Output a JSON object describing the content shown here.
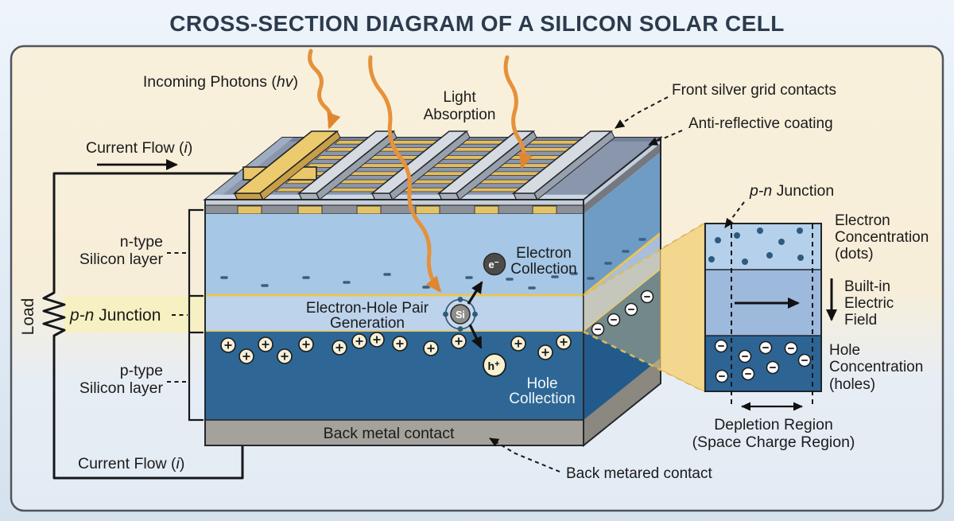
{
  "title": "CROSS-SECTION DIAGRAM OF A SILICON SOLAR CELL",
  "annotations": {
    "incoming_photons": {
      "pre": "Incoming Photons (",
      "sym": "hv",
      "post": ")"
    },
    "light_absorption": [
      "Light",
      "Absorption"
    ],
    "front_contacts": "Front silver grid contacts",
    "anti_reflective": "Anti-reflective coating",
    "back_metared": "Back metared contact"
  },
  "circuit": {
    "current_flow_top": {
      "pre": "Current Flow (",
      "sym": "i",
      "post": ")"
    },
    "current_flow_bottom": {
      "pre": "Current Flow (",
      "sym": "i",
      "post": ")"
    },
    "load": "Load"
  },
  "layers": {
    "n_type": [
      "n-type",
      "Silicon layer"
    ],
    "junction": {
      "sym": "p-n",
      "rest": " Junction"
    },
    "p_type": [
      "p-type",
      "Silicon layer"
    ],
    "back_metal": "Back metal contact"
  },
  "cell": {
    "ehp": [
      "Electron-Hole Pair",
      "Generation"
    ],
    "electron_collection": [
      "Electron",
      "Collection"
    ],
    "hole_collection": [
      "Hole",
      "Collection"
    ],
    "si": "Si",
    "electron": {
      "base": "e",
      "sup": "−"
    },
    "hole": {
      "base": "h",
      "sup": "+"
    }
  },
  "inset": {
    "junction": {
      "sym": "p-n",
      "rest": " Junction"
    },
    "electron_concentration": [
      "Electron",
      "Concentration",
      "(dots)"
    ],
    "electric_field": [
      "Built-in",
      "Electric",
      "Field"
    ],
    "hole_concentration": [
      "Hole",
      "Concentration",
      "(holes)"
    ],
    "depletion": [
      "Depletion Region",
      "(Space Charge Region)"
    ]
  },
  "palette": {
    "photon_orange": "#e6913b",
    "gold": "#e3bd60",
    "n_layer_blue": "#a6c7e5",
    "junction_blue": "#bdd3ec",
    "junction_border_yellow": "#e9c455",
    "p_layer_blue": "#2e6795",
    "contact_gray": "#a5a29c",
    "highlight_yellow": "#f7f0c2",
    "cone_gold": "#f3d78f",
    "panel_cream": "#f8efda",
    "panel_blue": "#e3ecf4",
    "title_navy": "#2c3b4d"
  }
}
